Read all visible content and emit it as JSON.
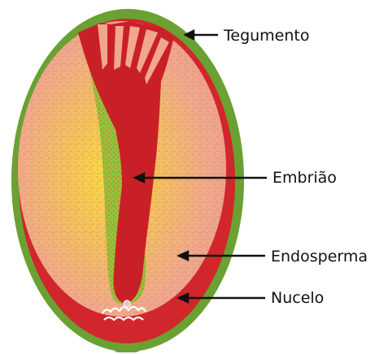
{
  "labels": {
    "tegumento": "Tegumento",
    "embriao": "Embrião",
    "endosperma": "Endosperma",
    "nucelo": "Nucelo"
  },
  "colors": {
    "tegumento": "#6aa132",
    "nucelo": "#d1262b",
    "endosperma_outer": "#eea48e",
    "endosperma_center": "#f7d83e",
    "embriao": "#c92027",
    "green_tissue": "#8bbf3a",
    "leader_line": "#111111"
  }
}
